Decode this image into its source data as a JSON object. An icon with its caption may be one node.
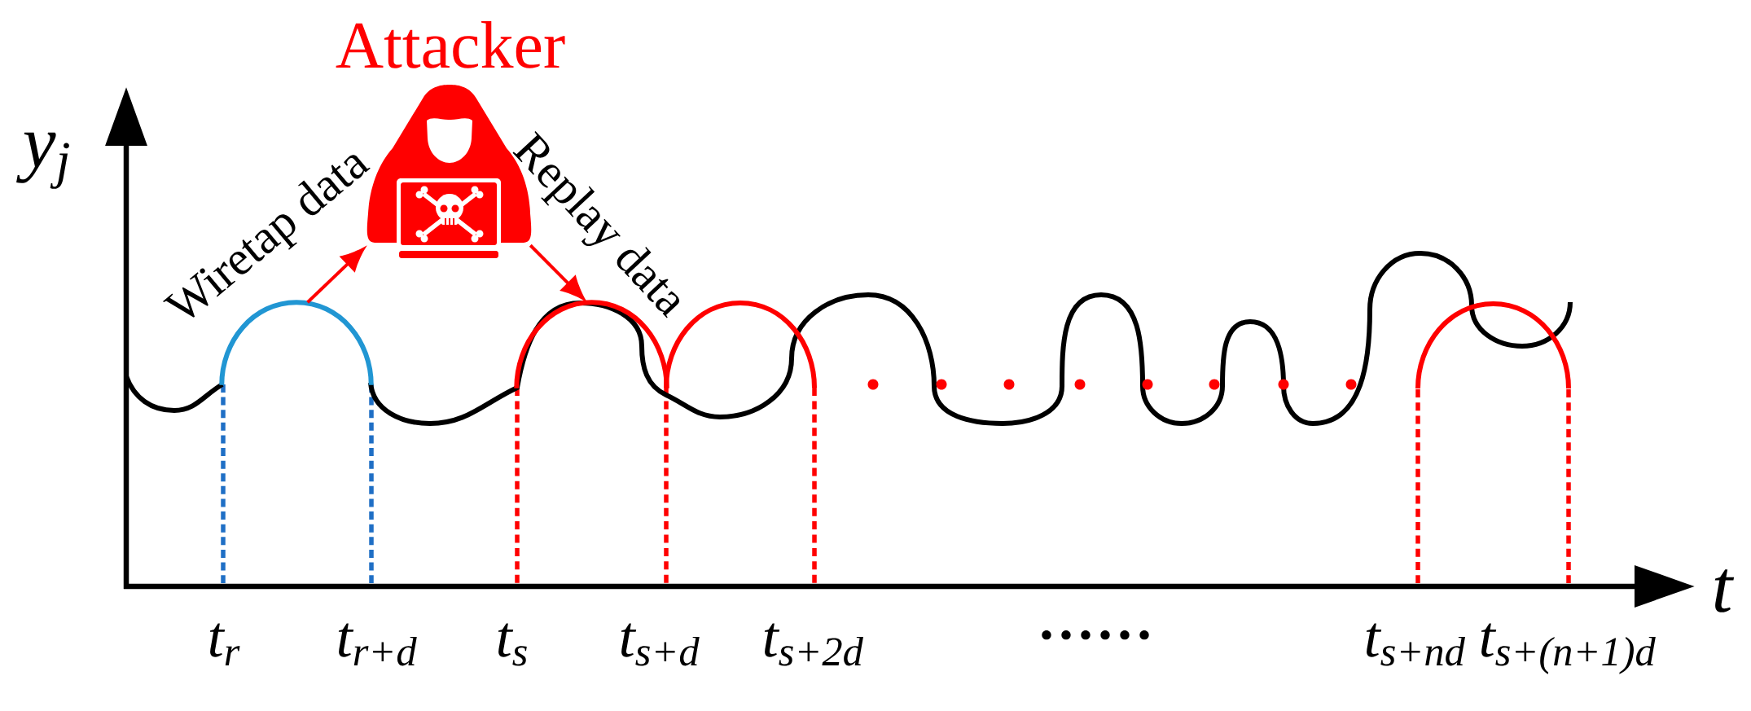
{
  "diagram": {
    "nodes": [
      {
        "text": [
          "Attacker"
        ]
      },
      {
        "text": [],
        "shape": "arc"
      },
      {
        "text": [],
        "shape": "arc"
      }
    ],
    "edges": [
      {
        "from": 1,
        "to": 0,
        "arrow": "to",
        "label": "Wiretap data"
      },
      {
        "from": 0,
        "to": 2,
        "arrow": "to",
        "label": "Replay data"
      }
    ],
    "labels": [
      "y$_{j}$",
      "t",
      "t$_{r}$",
      "t$_{r+d}$",
      "t$_{s}$",
      "t$_{s+d}$",
      "t$_{s+2d}$",
      "......",
      "t$_{s+nd}$",
      "t$_{s+(n+1)d}$"
    ]
  }
}
